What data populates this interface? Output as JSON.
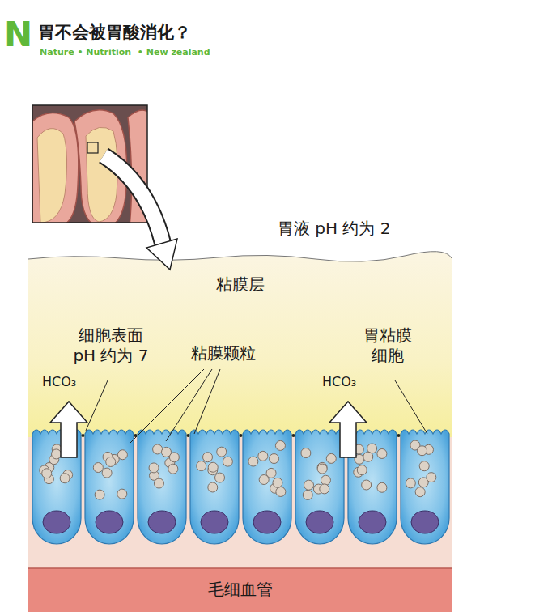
{
  "diagram": {
    "title": "胃不会被胃酸消化？",
    "nodes": [
      {
        "text": [
          "粘膜层"
        ]
      },
      {
        "text": [
          "毛细血管"
        ]
      }
    ],
    "labels": [
      "N",
      "Nature • Nutrition  • New zealand",
      "胃液 pH 约为 2",
      "细胞表面 pH 约为 7",
      "粘膜颗粒",
      "HCO₃⁻",
      "胃粘膜 细胞",
      "HCO₃⁻"
    ]
  }
}
